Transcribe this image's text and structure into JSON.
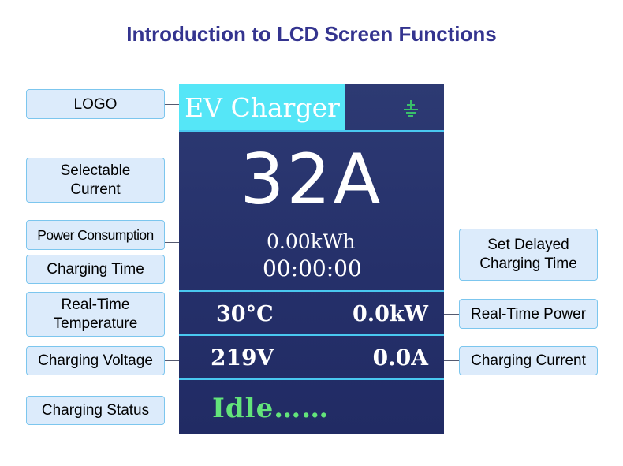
{
  "title": "Introduction to LCD Screen Functions",
  "labels": {
    "logo": "LOGO",
    "selectable_current": "Selectable\nCurrent",
    "power_consumption": "Power Consumption",
    "charging_time": "Charging Time",
    "real_time_temperature": "Real-Time\nTemperature",
    "charging_voltage": "Charging Voltage",
    "charging_status": "Charging Status",
    "set_delayed_charging_time": "Set Delayed\nCharging Time",
    "real_time_power": "Real-Time Power",
    "charging_current": "Charging Current"
  },
  "screen": {
    "logo_text": "EV Charger",
    "icon": "ground-icon",
    "selected_current": "32A",
    "energy": "0.00kWh",
    "timer": "00:00:00",
    "temperature": "30°C",
    "power": "0.0kW",
    "voltage": "219V",
    "current": "0.0A",
    "status": "Idle……"
  },
  "colors": {
    "title": "#34348f",
    "label_bg": "#dcebfb",
    "label_border": "#7cc6ee",
    "screen_bg": "#2a356f",
    "logo_bg": "#55e6f7",
    "separator": "#49c8f0",
    "status_text": "#63e47a",
    "icon": "#39c06a"
  }
}
